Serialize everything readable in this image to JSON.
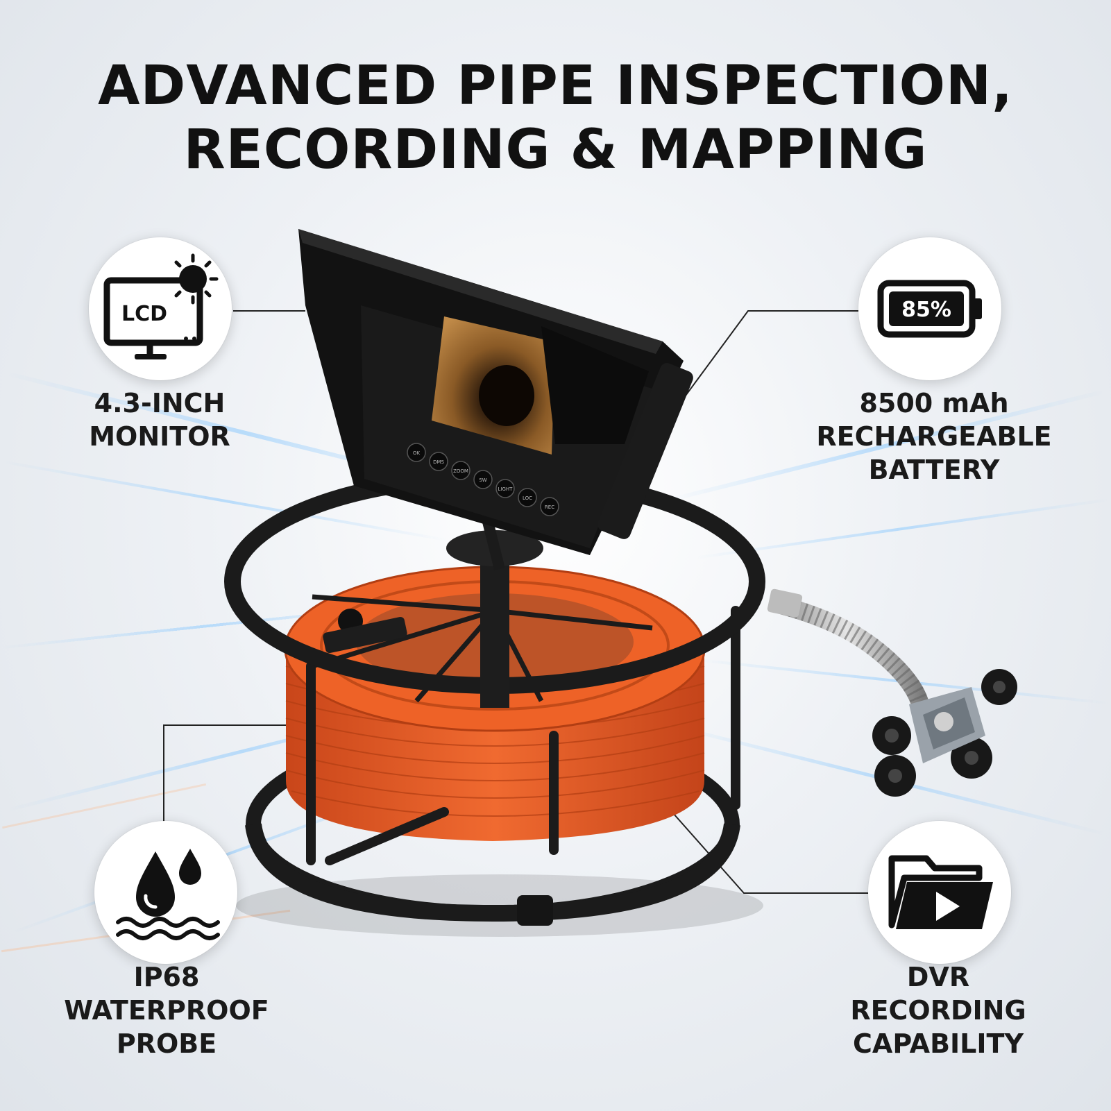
{
  "title": {
    "line1": "ADVANCED PIPE INSPECTION,",
    "line2": "RECORDING & MAPPING"
  },
  "features": {
    "monitor": {
      "icon": "lcd-monitor-sun-icon",
      "icon_text": "LCD",
      "line1": "4.3-INCH",
      "line2": "MONITOR"
    },
    "battery": {
      "icon": "battery-icon",
      "icon_text": "85%",
      "line1": "8500 mAh",
      "line2": "RECHARGEABLE",
      "line3": "BATTERY"
    },
    "waterproof": {
      "icon": "water-drops-icon",
      "line1": "IP68",
      "line2": "WATERPROOF",
      "line3": "PROBE"
    },
    "dvr": {
      "icon": "video-folder-icon",
      "line1": "DVR",
      "line2": "RECORDING",
      "line3": "CAPABILITY"
    }
  },
  "monitor_buttons": [
    "OK",
    "DMS",
    "ZOOM",
    "SW",
    "LIGHT",
    "LOC",
    "REC"
  ],
  "colors": {
    "cable": "#e85a22",
    "frame": "#1b1b1b",
    "text": "#111111"
  }
}
